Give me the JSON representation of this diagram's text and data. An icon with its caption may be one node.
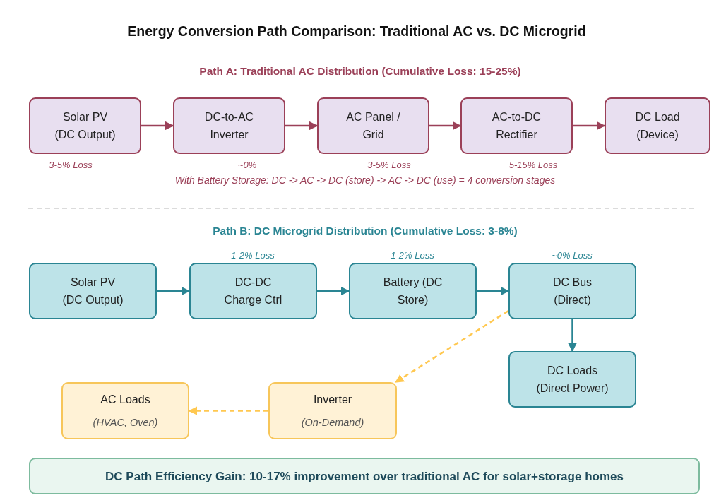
{
  "diagram": {
    "title": "Energy Conversion Path Comparison: Traditional AC vs. DC Microgrid",
    "nodes": [
      {
        "text": [
          "Solar PV (DC Output)"
        ],
        "beside": [
          "3-5% Loss"
        ]
      },
      {
        "text": [
          "DC-to-AC Inverter"
        ],
        "beside": [
          "~0%"
        ]
      },
      {
        "text": [
          "AC Panel / Grid"
        ],
        "beside": [
          "3-5% Loss"
        ]
      },
      {
        "text": [
          "AC-to-DC Rectifier"
        ],
        "beside": [
          "5-15% Loss"
        ]
      },
      {
        "text": [
          "DC Load (Device)"
        ]
      },
      {
        "text": [
          "Solar PV (DC Output)"
        ]
      },
      {
        "text": [
          "DC-DC Charge Ctrl"
        ],
        "beside": [
          "1-2% Loss"
        ]
      },
      {
        "text": [
          "Battery (DC Store)"
        ],
        "beside": [
          "1-2% Loss"
        ]
      },
      {
        "text": [
          "DC Bus (Direct)"
        ],
        "beside": [
          "~0% Loss"
        ]
      },
      {
        "text": [
          "DC Loads (Direct Power)"
        ]
      },
      {
        "text": [
          "AC Loads",
          "(HVAC, Oven)"
        ]
      },
      {
        "text": [
          "Inverter",
          "(On-Demand)"
        ]
      },
      {
        "text": [
          "DC Path Efficiency Gain: 10-17% improvement over traditional AC for solar+storage homes"
        ]
      }
    ],
    "edges": [
      {
        "from": 0,
        "to": 1,
        "arrow": "to",
        "color": "#9b4058"
      },
      {
        "from": 1,
        "to": 2,
        "arrow": "to",
        "color": "#9b4058"
      },
      {
        "from": 2,
        "to": 3,
        "arrow": "to",
        "color": "#9b4058"
      },
      {
        "from": 3,
        "to": 4,
        "arrow": "to",
        "color": "#9b4058"
      },
      {
        "from": 5,
        "to": 6,
        "arrow": "to",
        "color": "#2a8593"
      },
      {
        "from": 6,
        "to": 7,
        "arrow": "to",
        "color": "#2a8593"
      },
      {
        "from": 7,
        "to": 8,
        "arrow": "to",
        "color": "#2a8593"
      },
      {
        "from": 8,
        "to": 9,
        "arrow": "to",
        "color": "#2a8593"
      },
      {
        "from": 8,
        "to": 11,
        "arrow": "to",
        "style": "dashed",
        "color": "#ffc850"
      },
      {
        "from": 11,
        "to": 10,
        "arrow": "to",
        "style": "dashed",
        "color": "#ffc850"
      }
    ],
    "labels": [
      "Path A: Traditional AC Distribution (Cumulative Loss: 15-25%)",
      "With Battery Storage: DC -> AC -> DC (store) -> AC -> DC (use) = 4 conversion stages",
      "Path B: DC Microgrid Distribution (Cumulative Loss: 3-8%)"
    ]
  }
}
